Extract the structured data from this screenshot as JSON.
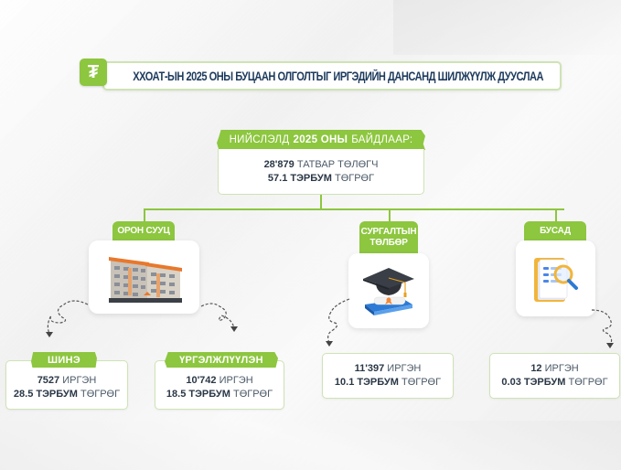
{
  "header": {
    "icon": "tugrik-sign-icon",
    "icon_glyph": "₮",
    "title": "ХХОАТ-ЫН 2025 ОНЫ БУЦААН ОЛГОЛТЫГ ИРГЭДИЙН ДАНСАНД ШИЛЖҮҮЛЖ ДУУСЛАА"
  },
  "capital": {
    "label_pre": "НИЙСЛЭЛД",
    "label_bold": "2025 ОНЫ",
    "label_post": "БАЙДЛААР:",
    "line1_value": "28'879",
    "line1_unit": "ТАТВАР ТӨЛӨГЧ",
    "line2_value": "57.1 ТЭРБУМ",
    "line2_unit": "ТӨГРӨГ"
  },
  "categories": [
    {
      "label": "ОРОН СУУЦ",
      "icon": "apartment-building-icon",
      "results": [
        {
          "label": "ШИНЭ",
          "value1": "7527",
          "unit1": "ИРГЭН",
          "value2": "28.5 ТЭРБУМ",
          "unit2": "ТӨГРӨГ"
        },
        {
          "label": "ҮРГЭЛЖЛҮҮЛЭН",
          "value1": "10'742",
          "unit1": "ИРГЭН",
          "value2": "18.5 ТЭРБУМ",
          "unit2": "ТӨГРӨГ"
        }
      ]
    },
    {
      "label_line1": "СУРГАЛТЫН",
      "label_line2": "ТӨЛБӨР",
      "icon": "graduation-cap-icon",
      "results": [
        {
          "value1": "11'397",
          "unit1": "ИРГЭН",
          "value2": "10.1 ТЭРБУМ",
          "unit2": "ТӨГРӨГ"
        }
      ]
    },
    {
      "label": "БУСАД",
      "icon": "document-search-icon",
      "results": [
        {
          "value1": "12",
          "unit1": "ИРГЭН",
          "value2": "0.03 ТЭРБУМ",
          "unit2": "ТӨГРӨГ"
        }
      ]
    }
  ],
  "colors": {
    "accent_green": "#8dc63f",
    "border_green": "#cfe3b5",
    "title_navy": "#1d3a5c",
    "text_dark": "#2a3746"
  }
}
